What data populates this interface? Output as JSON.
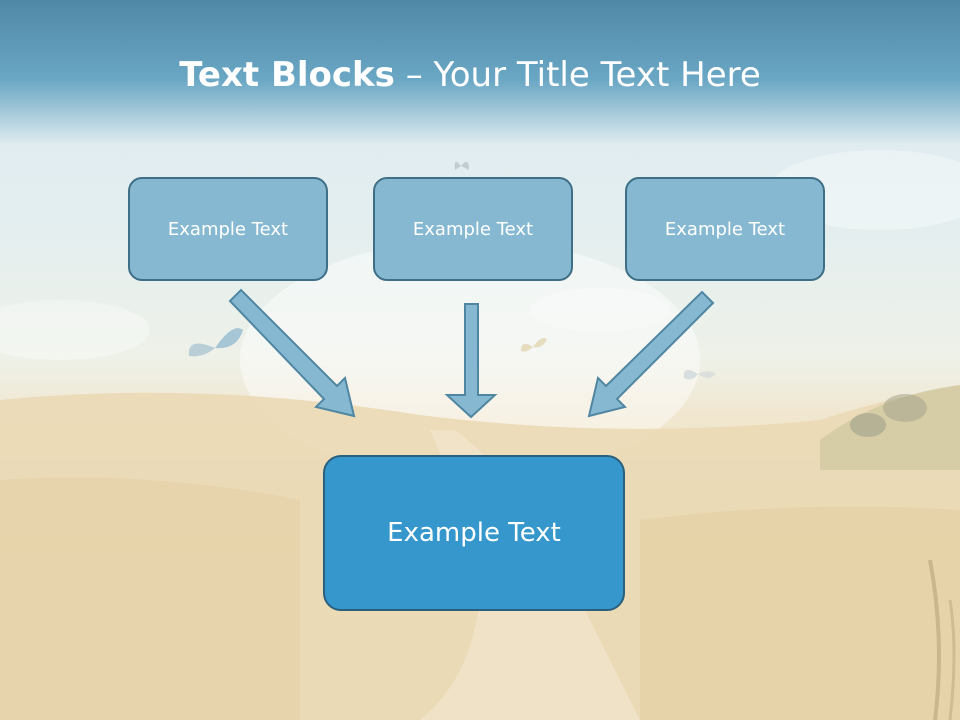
{
  "title": {
    "bold": "Text Blocks",
    "rest": " – Your Title Text Here"
  },
  "boxes": {
    "left": "Example Text",
    "center": "Example Text",
    "right": "Example Text",
    "main": "Example Text"
  },
  "colors": {
    "title_band": "#5a97b6",
    "small_box_fill": "#86b9d1",
    "small_box_border": "#3f6f86",
    "main_box_fill": "#3597cc",
    "arrow_fill": "#86b9d1"
  }
}
